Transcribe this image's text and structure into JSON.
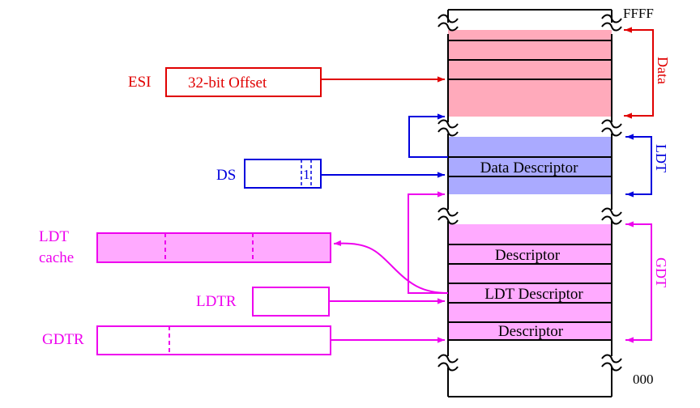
{
  "colors": {
    "red": "#e00000",
    "blue": "#0000dd",
    "magenta": "#ee00ee",
    "data_seg_fill": "#ffaabb",
    "ldt_seg_fill": "#aaaaff",
    "gdt_seg_fill": "#ffaaff",
    "black": "#000000"
  },
  "registers": {
    "esi": {
      "label": "ESI",
      "value": "32-bit Offset"
    },
    "ds": {
      "label": "DS",
      "ti_bit": "1"
    },
    "ldt_cache": {
      "label_line1": "LDT",
      "label_line2": "cache"
    },
    "ldtr": {
      "label": "LDTR"
    },
    "gdtr": {
      "label": "GDTR"
    }
  },
  "memory": {
    "top_address": "FFFF",
    "bottom_address": "000",
    "data_segment_label": "Data",
    "ldt_label": "LDT",
    "gdt_label": "GDT",
    "ldt_entry_data_descriptor": "Data Descriptor",
    "gdt_entry_descriptor_1": "Descriptor",
    "gdt_entry_ldt_descriptor": "LDT Descriptor",
    "gdt_entry_descriptor_2": "Descriptor"
  },
  "icons": {
    "break_mark": "memory-break-icon",
    "arrowhead": "arrowhead-icon"
  }
}
